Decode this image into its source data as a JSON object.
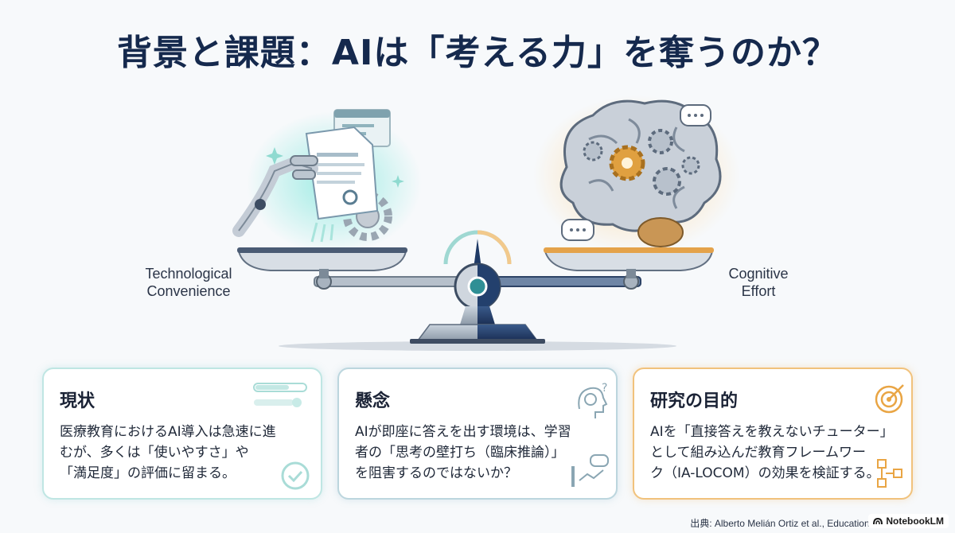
{
  "title": "背景と課題：AIは「考える力」を奪うのか？",
  "illustration": {
    "left_label_lines": [
      "Technological",
      "Convenience"
    ],
    "right_label_lines": [
      "Cognitive",
      "Effort"
    ]
  },
  "cards": [
    {
      "title": "現状",
      "lines": [
        "医療教育におけるAI導入は急速に進",
        "むが、多くは「使いやすさ」や",
        "「満足度」の評価に留まる。"
      ],
      "accent": "#5fc4bc",
      "icon": "check-progress-icon"
    },
    {
      "title": "懸念",
      "lines": [
        "AIが即座に答えを出す環境は、学習",
        "者の「思考の壁打ち（臨床推論）」",
        "を阻害するのではないか？"
      ],
      "accent": "#6f97a8",
      "icon": "head-question-icon"
    },
    {
      "title": "研究の目的",
      "lines": [
        "AIを「直接答えを教えないチューター」",
        "として組み込んだ教育フレームワー",
        "ク（IA-LOCOM）の効果を検証する。"
      ],
      "accent": "#e9a544",
      "icon": "target-icon"
    }
  ],
  "footer": {
    "source": "出典: Alberto Melián Ortiz et al., Education S",
    "badge": "NotebookLM"
  }
}
